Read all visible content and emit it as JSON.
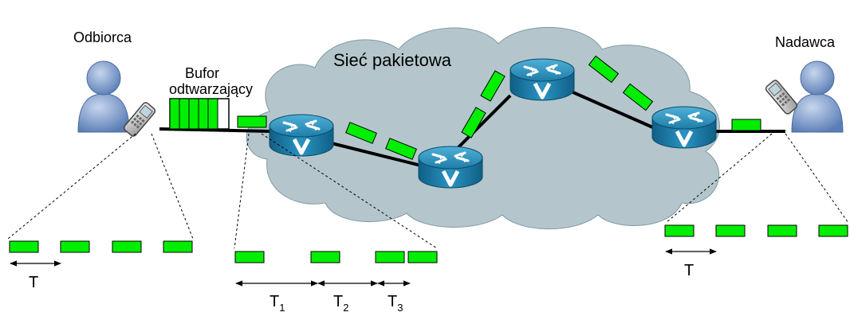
{
  "labels": {
    "receiver": "Odbiorca",
    "sender": "Nadawca",
    "network": "Sieć pakietowa",
    "buffer_line1": "Bufor",
    "buffer_line2": "odtwarzający"
  },
  "intervals": {
    "receiver_period": "T",
    "sender_period": "T",
    "t1": {
      "base": "T",
      "sub": "1"
    },
    "t2": {
      "base": "T",
      "sub": "2"
    },
    "t3": {
      "base": "T",
      "sub": "3"
    }
  },
  "colors": {
    "packet": "#00ee00",
    "cloud": "#b4c6cc",
    "router": "#1f7ea8",
    "person": "#6f8fc0"
  },
  "icons": [
    "router-icon",
    "person-icon",
    "phone-icon",
    "cloud-shape",
    "packet"
  ]
}
